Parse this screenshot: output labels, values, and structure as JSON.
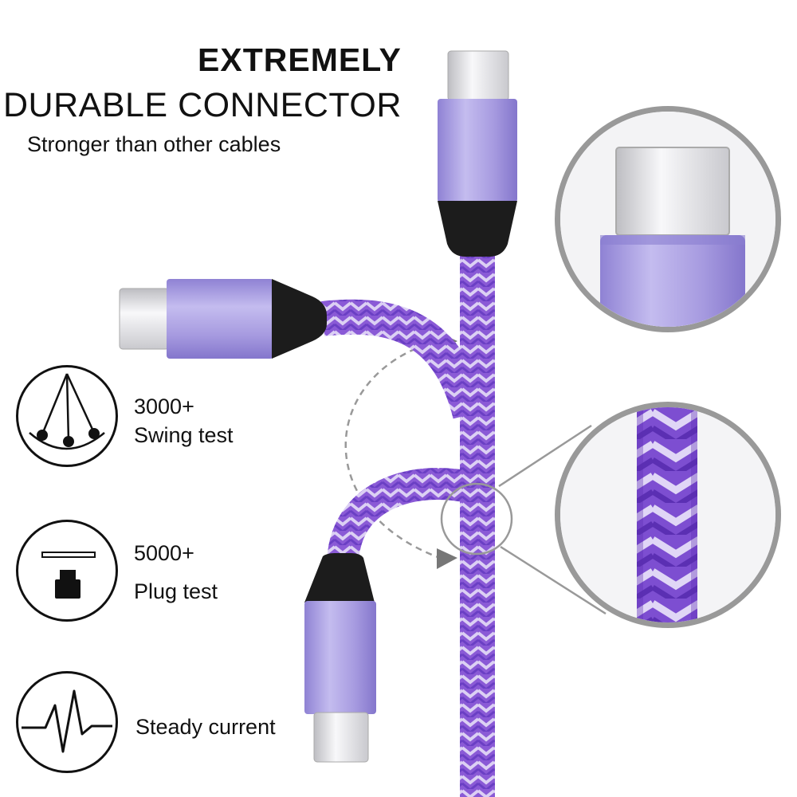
{
  "heading": {
    "line1": "EXTREMELY",
    "line2": "DURABLE CONNECTOR",
    "subtitle": "Stronger than other cables"
  },
  "features": [
    {
      "icon": "pendulum-swing-icon",
      "count": "3000+",
      "label": "Swing test"
    },
    {
      "icon": "usb-plug-icon",
      "count": "5000+",
      "label": "Plug test"
    },
    {
      "icon": "waveform-icon",
      "label": "Steady current"
    }
  ],
  "colors": {
    "braid_main": "#8a5ad6",
    "braid_light": "#d9ccf3",
    "braid_dark": "#5b2fb3",
    "connector_housing": "#a79be0",
    "connector_boot": "#1c1c1c",
    "plug_metal": "#e8e8ea",
    "zoom_ring": "#999999",
    "guide_dash": "#999999"
  }
}
